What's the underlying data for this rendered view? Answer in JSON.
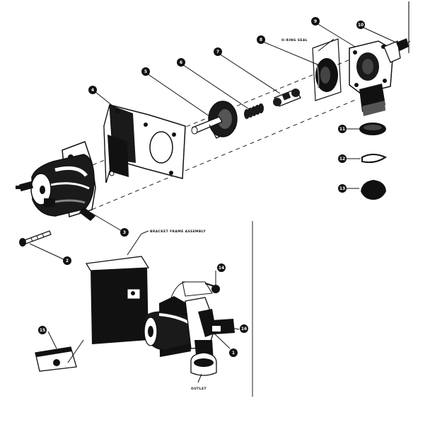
{
  "callouts": [
    {
      "id": "c1",
      "text": "1"
    },
    {
      "id": "c2",
      "text": "2"
    },
    {
      "id": "c3",
      "text": "3"
    },
    {
      "id": "c4",
      "text": "4"
    },
    {
      "id": "c5",
      "text": "5"
    },
    {
      "id": "c6",
      "text": "6"
    },
    {
      "id": "c7",
      "text": "7"
    },
    {
      "id": "c8",
      "text": "8"
    },
    {
      "id": "c9",
      "text": "9"
    },
    {
      "id": "c10",
      "text": "10"
    },
    {
      "id": "c11",
      "text": "11"
    },
    {
      "id": "c12",
      "text": "12"
    },
    {
      "id": "c13",
      "text": "13"
    },
    {
      "id": "c14",
      "text": "14"
    },
    {
      "id": "c15",
      "text": "15"
    },
    {
      "id": "c16",
      "text": "16"
    }
  ],
  "labels": {
    "o_ring_seal": "O-RING SEAL",
    "bracket_frame_assembly": "BRACKET FRAME ASSEMBLY",
    "outlet": "OUTLET"
  }
}
